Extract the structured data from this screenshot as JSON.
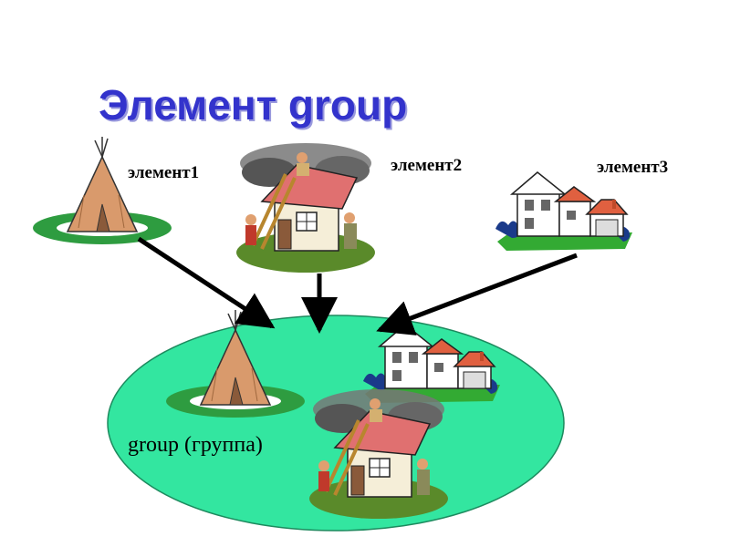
{
  "title": "Элемент group",
  "elements": [
    {
      "label": "элемент1",
      "icon": "teepee-icon"
    },
    {
      "label": "элемент2",
      "icon": "cottage-with-workers-icon"
    },
    {
      "label": "элемент3",
      "icon": "suburban-house-icon"
    }
  ],
  "group": {
    "label": "group (группа)"
  },
  "colors": {
    "title": "#3333cc",
    "group_fill": "#33e6a0",
    "grass": "#2e9c40",
    "teepee": "#d99a6c",
    "roof": "#e05a5a",
    "arrow": "#000000"
  }
}
